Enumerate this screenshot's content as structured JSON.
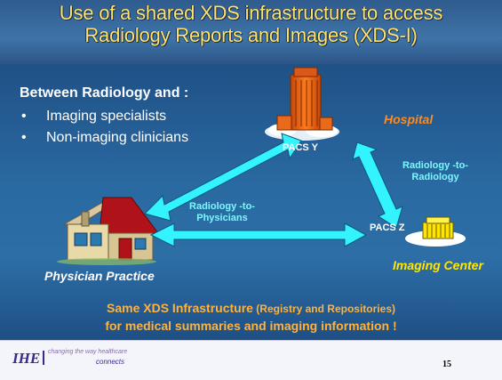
{
  "slide": {
    "title_line1": "Use of a shared XDS infrastructure to access",
    "title_line2": "Radiology Reports and Images (XDS-I)",
    "heading": "Between Radiology and :",
    "bullets": [
      "Imaging specialists",
      "Non-imaging clinicians"
    ],
    "bullet_marker": "•",
    "pacs_y": "PACS Y",
    "pacs_z": "PACS Z",
    "hospital": "Hospital",
    "imaging_center": "Imaging Center",
    "physician_practice": "Physician Practice",
    "rad_to_rad_1": "Radiology -to-",
    "rad_to_rad_2": "Radiology",
    "rad_to_phys_1": "Radiology -to-",
    "rad_to_phys_2": "Physicians",
    "bottom_line1_main": "Same XDS Infrastructure",
    "bottom_line1_paren": " (Registry and Repositories)",
    "bottom_line2": "for medical summaries and imaging information !",
    "page_number": "15"
  },
  "footer": {
    "logo_text": "IHE",
    "tagline_top": "changing the way healthcare",
    "tagline_bottom": "connects"
  },
  "colors": {
    "title_yellow": "#ffe36a",
    "arrow_cyan": "#33f3ff",
    "hospital_orange": "#ff8a1e",
    "imaging_yellow": "#ffe800",
    "bottom_orange": "#ffb23c"
  },
  "icons": [
    "hospital-building-icon",
    "imaging-center-building-icon",
    "house-icon"
  ]
}
